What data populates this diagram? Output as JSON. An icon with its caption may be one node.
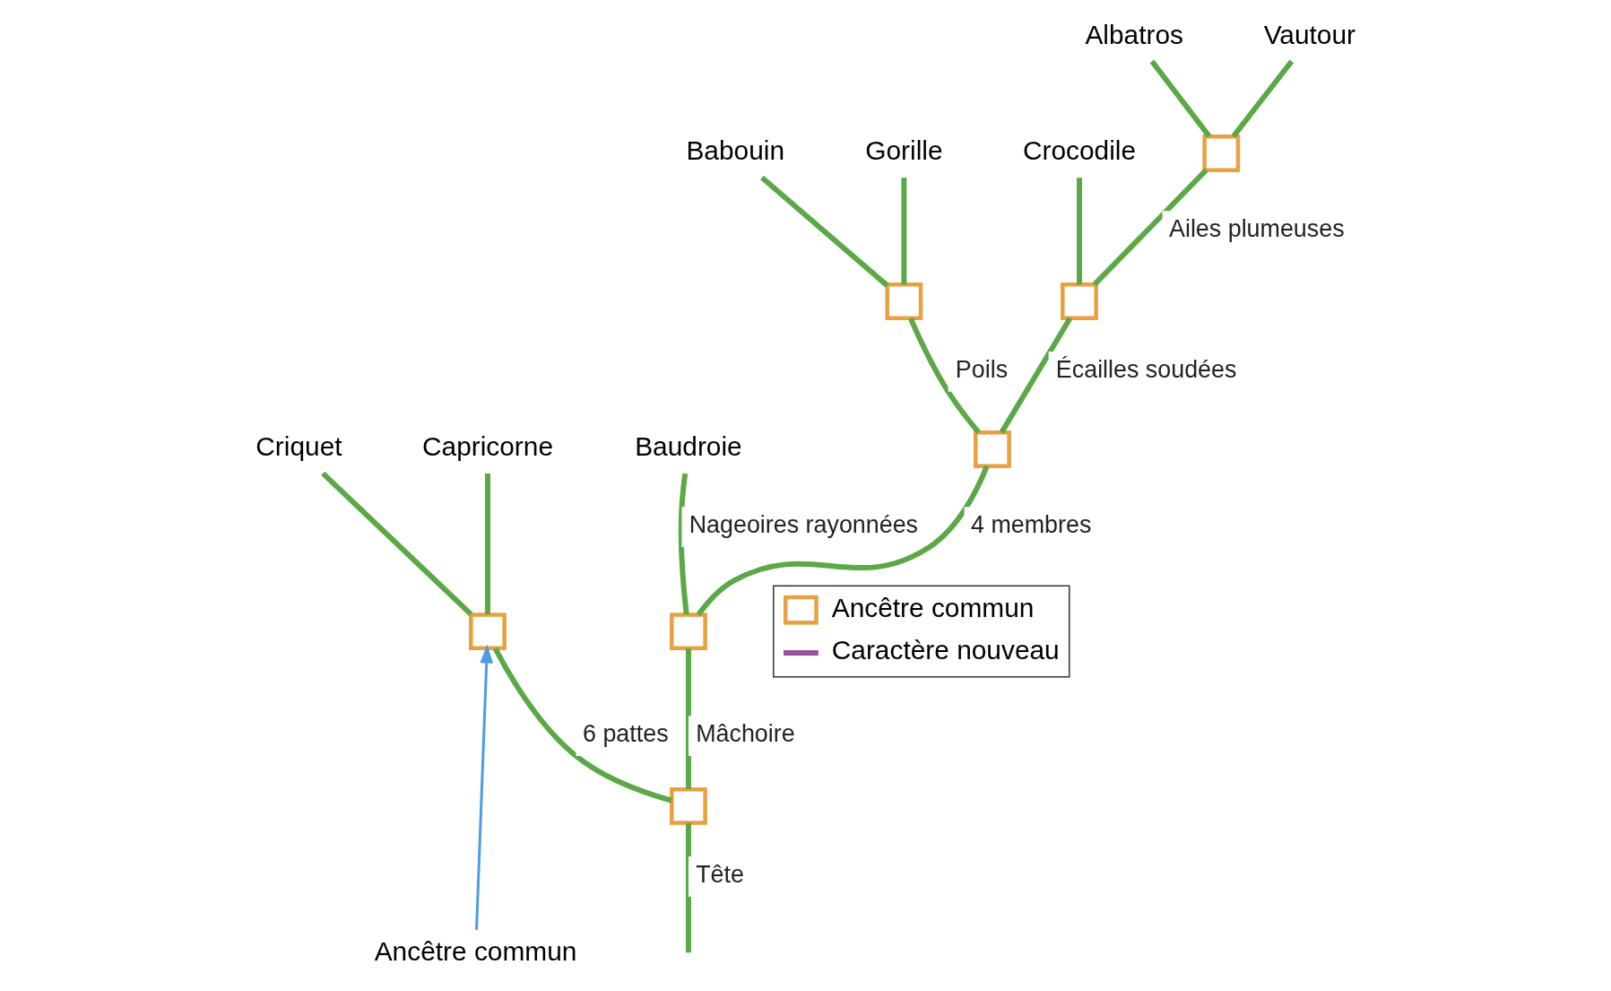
{
  "diagram": {
    "nodes": [
      {
        "text": [
          "Baudroie"
        ]
      },
      {
        "text": [
          "Babouin"
        ]
      },
      {
        "text": [
          "Gorille"
        ]
      },
      {
        "text": [
          "Crocodile"
        ]
      },
      {
        "text": [
          "Albatros"
        ]
      },
      {
        "text": [
          "Vautour"
        ]
      },
      {
        "text": [
          "Criquet"
        ]
      },
      {
        "text": [
          "Capricorne"
        ]
      },
      {
        "text": [],
        "shape": "box"
      },
      {
        "text": [],
        "shape": "box"
      },
      {
        "text": [],
        "shape": "box"
      },
      {
        "text": [],
        "shape": "box"
      },
      {
        "text": [],
        "shape": "box"
      },
      {
        "text": [],
        "shape": "box"
      },
      {
        "text": [],
        "shape": "box"
      },
      {
        "text": [
          "Ancêtre commun"
        ]
      }
    ],
    "edges": [
      {
        "from": null,
        "to": 8,
        "arrow": "none",
        "label": "Tête"
      },
      {
        "from": 8,
        "to": 9,
        "arrow": "none",
        "label": "Mâchoire"
      },
      {
        "from": 9,
        "to": 0,
        "arrow": "none",
        "label": "Nageoires rayonnées"
      },
      {
        "from": 9,
        "to": 10,
        "arrow": "none",
        "label": "4 membres"
      },
      {
        "from": 10,
        "to": 11,
        "arrow": "none",
        "label": "Poils"
      },
      {
        "from": 11,
        "to": 1,
        "arrow": "none"
      },
      {
        "from": 11,
        "to": 2,
        "arrow": "none"
      },
      {
        "from": 10,
        "to": 12,
        "arrow": "none",
        "label": "Écailles soudées"
      },
      {
        "from": 12,
        "to": 3,
        "arrow": "none"
      },
      {
        "from": 12,
        "to": 13,
        "arrow": "none",
        "label": "Ailes plumeuses"
      },
      {
        "from": 13,
        "to": 4,
        "arrow": "none"
      },
      {
        "from": 13,
        "to": 5,
        "arrow": "none"
      },
      {
        "from": 8,
        "to": 14,
        "arrow": "none",
        "label": "6 pattes"
      },
      {
        "from": 14,
        "to": 6,
        "arrow": "none"
      },
      {
        "from": 14,
        "to": 7,
        "arrow": "none"
      },
      {
        "from": 15,
        "to": 14,
        "arrow": "to",
        "color": "#4a9de0"
      }
    ],
    "legend": [
      {
        "text": "Ancêtre commun"
      },
      {
        "text": "Caractère nouveau"
      }
    ]
  }
}
